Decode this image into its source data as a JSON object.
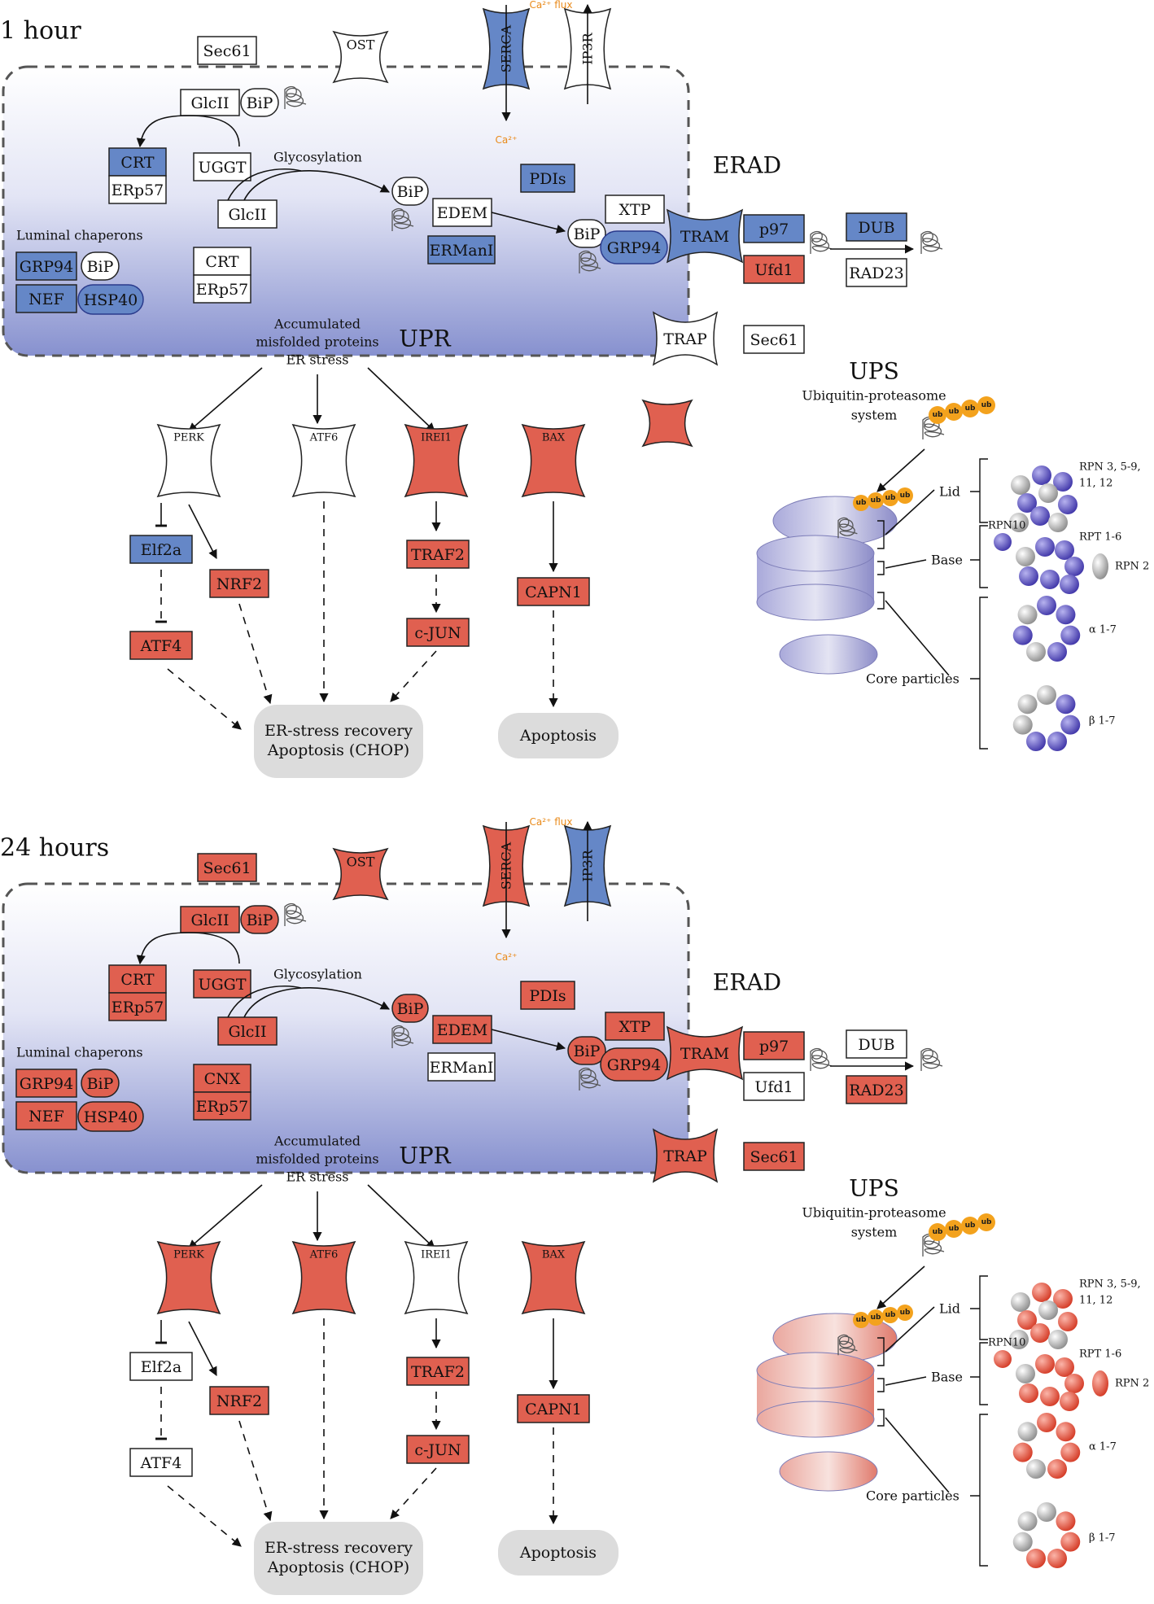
{
  "colors": {
    "blue": "#6587c7",
    "red": "#e06050",
    "white": "#ffffff",
    "grey": "#dcdcdc",
    "ca_orange": "#e98a1a",
    "ub_orange": "#f3a21d",
    "membrane": "#555555"
  },
  "panels": [
    {
      "title": "1 hour",
      "ca_flux": "Ca²⁺ flux",
      "ca_label": "Ca²⁺",
      "labels": {
        "glyco": "Glycosylation",
        "luminal": "Luminal chaperons",
        "accum": [
          "Accumulated",
          "misfolded proteins",
          "ER stress"
        ],
        "upr": "UPR",
        "erad": "ERAD",
        "ups": "UPS",
        "ups_sub": [
          "Ubiquitin-proteasome",
          "system"
        ]
      },
      "nodes": {
        "sec61_top": {
          "text": "Sec61",
          "color": "white"
        },
        "ost": {
          "text": "OST",
          "color": "white"
        },
        "serca": {
          "text": "SERCA",
          "color": "blue"
        },
        "ip3r": {
          "text": "IP3R",
          "color": "white"
        },
        "glcii_1": {
          "text": "GlcII",
          "color": "white"
        },
        "bip_1": {
          "text": "BiP",
          "color": "white"
        },
        "crt_1": {
          "text": "CRT",
          "color": "blue"
        },
        "erp57_1": {
          "text": "ERp57",
          "color": "white"
        },
        "uggt": {
          "text": "UGGT",
          "color": "white"
        },
        "glcii_2": {
          "text": "GlcII",
          "color": "white"
        },
        "crt_2": {
          "text": "CRT",
          "color": "white"
        },
        "erp57_2": {
          "text": "ERp57",
          "color": "white"
        },
        "bip_2": {
          "text": "BiP",
          "color": "white"
        },
        "edem": {
          "text": "EDEM",
          "color": "white"
        },
        "ermani": {
          "text": "ERManI",
          "color": "blue"
        },
        "pdis": {
          "text": "PDIs",
          "color": "blue"
        },
        "xtp": {
          "text": "XTP",
          "color": "white"
        },
        "bip_3": {
          "text": "BiP",
          "color": "white"
        },
        "grp94_erad": {
          "text": "GRP94",
          "color": "blue"
        },
        "tram": {
          "text": "TRAM",
          "color": "blue"
        },
        "p97": {
          "text": "p97",
          "color": "blue"
        },
        "ufd1": {
          "text": "Ufd1",
          "color": "red"
        },
        "dub": {
          "text": "DUB",
          "color": "blue"
        },
        "rad23": {
          "text": "RAD23",
          "color": "white"
        },
        "grp94_lum": {
          "text": "GRP94",
          "color": "blue"
        },
        "bip_lum": {
          "text": "BiP",
          "color": "white"
        },
        "nef": {
          "text": "NEF",
          "color": "blue"
        },
        "hsp40": {
          "text": "HSP40",
          "color": "blue"
        },
        "trap": {
          "text": "TRAP",
          "color": "white"
        },
        "sec61_right": {
          "text": "Sec61",
          "color": "white"
        },
        "mem_channel": {
          "text": "",
          "color": "red"
        },
        "perk": {
          "text": "PERK",
          "color": "white"
        },
        "atf6": {
          "text": "ATF6",
          "color": "white"
        },
        "ire1": {
          "text": "IREI1",
          "color": "red"
        },
        "bax": {
          "text": "BAX",
          "color": "red"
        },
        "elf2a": {
          "text": "Elf2a",
          "color": "blue"
        },
        "nrf2": {
          "text": "NRF2",
          "color": "red"
        },
        "traf2": {
          "text": "TRAF2",
          "color": "red"
        },
        "capn1": {
          "text": "CAPN1",
          "color": "red"
        },
        "atf4": {
          "text": "ATF4",
          "color": "red"
        },
        "cjun": {
          "text": "c-JUN",
          "color": "red"
        },
        "outcome1": {
          "text": [
            "ER-stress recovery",
            "Apoptosis (CHOP)"
          ]
        },
        "outcome2": {
          "text": [
            "Apoptosis"
          ]
        }
      },
      "ups_scheme": {
        "ub_tags": [
          "ub",
          "ub",
          "ub",
          "ub"
        ],
        "lid": "Lid",
        "base": "Base",
        "core": "Core particles",
        "rpn_lid": [
          "RPN 3, 5-9,",
          "11, 12"
        ],
        "rpn10": "RPN10",
        "rpt": "RPT 1-6",
        "rpn2": "RPN 2",
        "alpha": "α 1-7",
        "beta": "β 1-7",
        "theme": "blue"
      }
    },
    {
      "title": "24 hours",
      "ca_flux": "Ca²⁺ flux",
      "ca_label": "Ca²⁺",
      "labels": {
        "glyco": "Glycosylation",
        "luminal": "Luminal chaperons",
        "accum": [
          "Accumulated",
          "misfolded proteins",
          "ER stress"
        ],
        "upr": "UPR",
        "erad": "ERAD",
        "ups": "UPS",
        "ups_sub": [
          "Ubiquitin-proteasome",
          "system"
        ]
      },
      "nodes": {
        "sec61_top": {
          "text": "Sec61",
          "color": "red"
        },
        "ost": {
          "text": "OST",
          "color": "red"
        },
        "serca": {
          "text": "SERCA",
          "color": "red"
        },
        "ip3r": {
          "text": "IP3R",
          "color": "blue"
        },
        "glcii_1": {
          "text": "GlcII",
          "color": "red"
        },
        "bip_1": {
          "text": "BiP",
          "color": "red"
        },
        "crt_1": {
          "text": "CRT",
          "color": "red"
        },
        "erp57_1": {
          "text": "ERp57",
          "color": "red"
        },
        "uggt": {
          "text": "UGGT",
          "color": "red"
        },
        "glcii_2": {
          "text": "GlcII",
          "color": "red"
        },
        "crt_2": {
          "text": "CNX",
          "color": "red"
        },
        "erp57_2": {
          "text": "ERp57",
          "color": "red"
        },
        "bip_2": {
          "text": "BiP",
          "color": "red"
        },
        "edem": {
          "text": "EDEM",
          "color": "red"
        },
        "ermani": {
          "text": "ERManI",
          "color": "white"
        },
        "pdis": {
          "text": "PDIs",
          "color": "red"
        },
        "xtp": {
          "text": "XTP",
          "color": "red"
        },
        "bip_3": {
          "text": "BiP",
          "color": "red"
        },
        "grp94_erad": {
          "text": "GRP94",
          "color": "red"
        },
        "tram": {
          "text": "TRAM",
          "color": "red"
        },
        "p97": {
          "text": "p97",
          "color": "red"
        },
        "ufd1": {
          "text": "Ufd1",
          "color": "white"
        },
        "dub": {
          "text": "DUB",
          "color": "white"
        },
        "rad23": {
          "text": "RAD23",
          "color": "red"
        },
        "grp94_lum": {
          "text": "GRP94",
          "color": "red"
        },
        "bip_lum": {
          "text": "BiP",
          "color": "red"
        },
        "nef": {
          "text": "NEF",
          "color": "red"
        },
        "hsp40": {
          "text": "HSP40",
          "color": "red"
        },
        "trap": {
          "text": "TRAP",
          "color": "red"
        },
        "sec61_right": {
          "text": "Sec61",
          "color": "red"
        },
        "mem_channel": {
          "text": "",
          "color": "none"
        },
        "perk": {
          "text": "PERK",
          "color": "red"
        },
        "atf6": {
          "text": "ATF6",
          "color": "red"
        },
        "ire1": {
          "text": "IREI1",
          "color": "white"
        },
        "bax": {
          "text": "BAX",
          "color": "red"
        },
        "elf2a": {
          "text": "Elf2a",
          "color": "white"
        },
        "nrf2": {
          "text": "NRF2",
          "color": "red"
        },
        "traf2": {
          "text": "TRAF2",
          "color": "red"
        },
        "capn1": {
          "text": "CAPN1",
          "color": "red"
        },
        "atf4": {
          "text": "ATF4",
          "color": "white"
        },
        "cjun": {
          "text": "c-JUN",
          "color": "red"
        },
        "outcome1": {
          "text": [
            "ER-stress recovery",
            "Apoptosis (CHOP)"
          ]
        },
        "outcome2": {
          "text": [
            "Apoptosis"
          ]
        }
      },
      "ups_scheme": {
        "ub_tags": [
          "ub",
          "ub",
          "ub",
          "ub"
        ],
        "lid": "Lid",
        "base": "Base",
        "core": "Core particles",
        "rpn_lid": [
          "RPN 3, 5-9,",
          "11, 12"
        ],
        "rpn10": "RPN10",
        "rpt": "RPT 1-6",
        "rpn2": "RPN 2",
        "alpha": "α 1-7",
        "beta": "β 1-7",
        "theme": "red"
      }
    }
  ]
}
